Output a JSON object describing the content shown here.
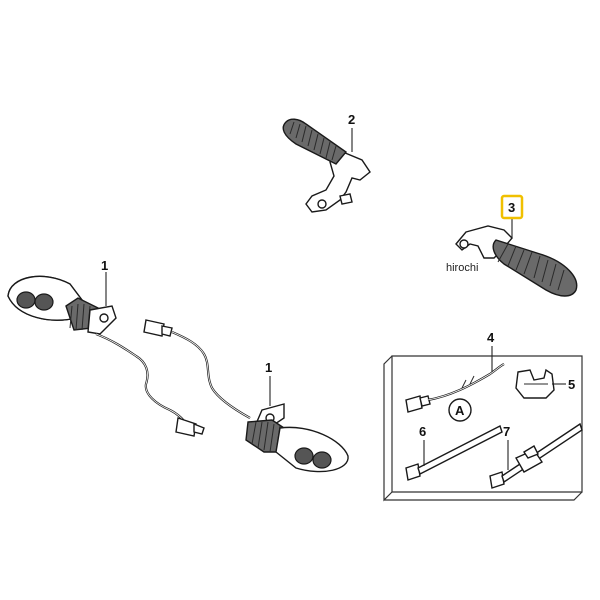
{
  "diagram": {
    "callouts": [
      {
        "id": "callout-1a",
        "label": "1"
      },
      {
        "id": "callout-1b",
        "label": "1"
      },
      {
        "id": "callout-2",
        "label": "2"
      },
      {
        "id": "callout-3",
        "label": "3",
        "highlighted": true
      },
      {
        "id": "callout-4",
        "label": "4"
      },
      {
        "id": "callout-5",
        "label": "5"
      },
      {
        "id": "callout-6",
        "label": "6"
      },
      {
        "id": "callout-7",
        "label": "7"
      }
    ],
    "detail_marker": "A",
    "watermark": "hirochi",
    "highlight_color": "#f0c000"
  }
}
